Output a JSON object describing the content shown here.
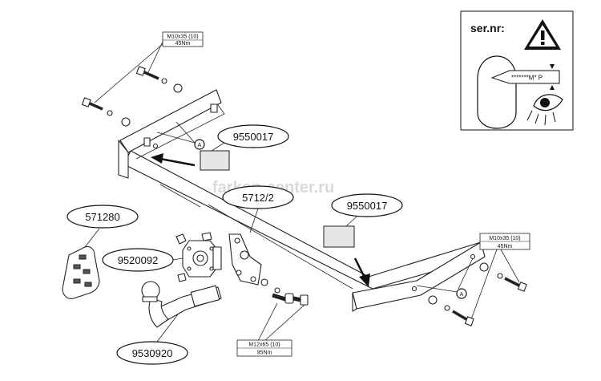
{
  "watermark": "farkop-center.ru",
  "warning_box": {
    "title": "ser.nr:",
    "serial_placeholder": "*******M* P"
  },
  "callouts": {
    "bar_label_left": "9550017",
    "bar_label_right": "9550017",
    "frame_label": "5712/2",
    "module_label": "571280",
    "socket_label": "9520092",
    "ball_label": "9530920",
    "point_a": "A"
  },
  "bolt_specs": {
    "top": {
      "size": "M10x35 (10)",
      "torque": "45Nm"
    },
    "right": {
      "size": "M10x35 (10)",
      "torque": "45Nm"
    },
    "bottom": {
      "size": "M12x65 (10)",
      "torque": "95Nm"
    }
  }
}
